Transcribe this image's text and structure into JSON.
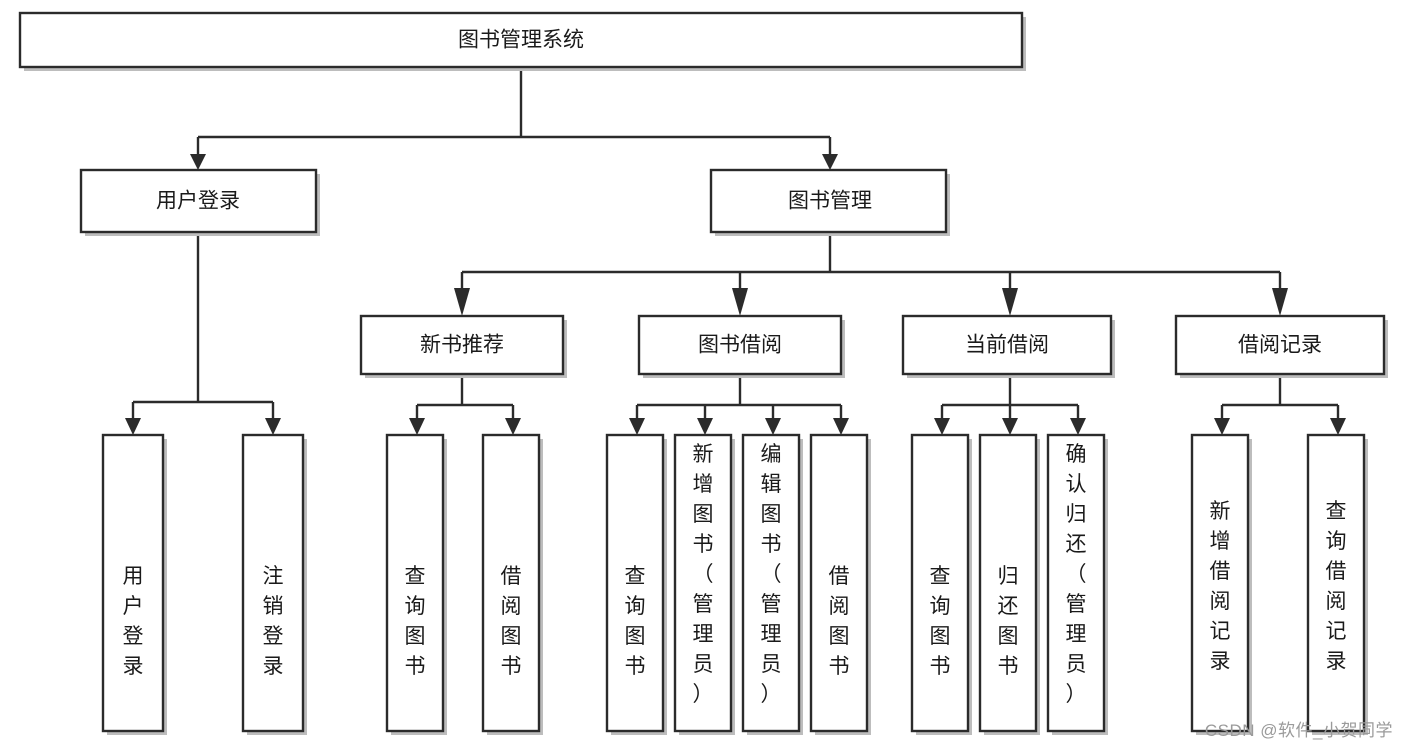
{
  "diagram": {
    "type": "tree-hierarchy",
    "orientation": "top-down",
    "title": "图书管理系统",
    "watermark": "CSDN @软件_小贺同学",
    "colors": {
      "box_fill": "#ffffff",
      "box_stroke": "#2b2b2b",
      "text": "#1a1a1a",
      "shadow": "#bdbdbd",
      "watermark": "#9a9a9a",
      "background": "#ffffff"
    },
    "levels": {
      "root": {
        "label": "图书管理系统"
      },
      "level2": [
        {
          "label": "用户登录"
        },
        {
          "label": "图书管理"
        }
      ],
      "level3": [
        {
          "label": "新书推荐"
        },
        {
          "label": "图书借阅"
        },
        {
          "label": "当前借阅"
        },
        {
          "label": "借阅记录"
        }
      ]
    },
    "leaves": {
      "user_login": [
        {
          "label": "用户登录"
        },
        {
          "label": "注销登录"
        }
      ],
      "new_book_recommend": [
        {
          "label": "查询图书"
        },
        {
          "label": "借阅图书"
        }
      ],
      "book_borrow": [
        {
          "label": "查询图书"
        },
        {
          "label": "新增图书（管理员）"
        },
        {
          "label": "编辑图书（管理员）"
        },
        {
          "label": "借阅图书"
        }
      ],
      "current_borrow": [
        {
          "label": "查询图书"
        },
        {
          "label": "归还图书"
        },
        {
          "label": "确认归还（管理员）"
        }
      ],
      "borrow_record": [
        {
          "label": "新增借阅记录"
        },
        {
          "label": "查询借阅记录"
        }
      ]
    }
  }
}
